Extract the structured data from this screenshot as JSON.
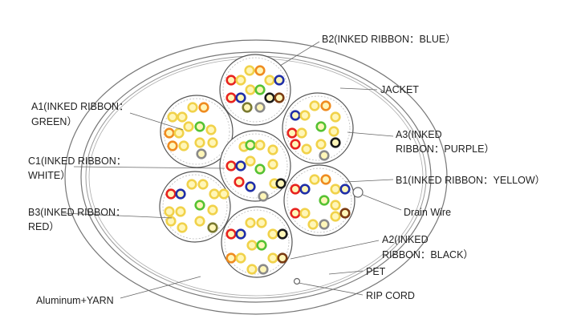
{
  "labels": {
    "b2": "B2(INKED RIBBON：BLUE）",
    "jacket": "JACKET",
    "a1_line1": "A1(INKED RIBBON：",
    "a1_line2": "GREEN）",
    "a3_line1": "A3(INKED",
    "a3_line2": "RIBBON：PURPLE）",
    "c1_line1": "C1(INKED RIBBON：",
    "c1_line2": "WHITE）",
    "b1": "B1(INKED RIBBON：YELLOW）",
    "drain_wire": "Drain Wire",
    "b3_line1": "B3(INKED RIBBON：",
    "b3_line2": "RED）",
    "a2_line1": "A2(INKED",
    "a2_line2": "RIBBON：BLACK）",
    "pet": "PET",
    "rip_cord": "RIP CORD",
    "aluminum_yarn": "Aluminum+YARN"
  },
  "colors": {
    "line": "#666666",
    "ring_red": "#e8231f",
    "ring_blue": "#1f2fa8",
    "ring_orange": "#ef8b1f",
    "ring_yellow": "#f1d24a",
    "ring_green": "#55c233",
    "ring_gray": "#8a8a8a",
    "ring_black": "#1a1a1a",
    "ring_brown": "#7a3b12",
    "ring_olive": "#7a7a30",
    "fill_cream": "#fff6b8"
  },
  "bundles": [
    {
      "name": "b2",
      "pattern": "red-blue-yellow-blue-top"
    },
    {
      "name": "a1",
      "pattern": "orange-yellow-green-gray-left"
    },
    {
      "name": "a3",
      "pattern": "red-blue-green-black-right"
    },
    {
      "name": "c1",
      "pattern": "red-blue-green-gray-center"
    },
    {
      "name": "b3",
      "pattern": "red-blue-green-gray-left"
    },
    {
      "name": "b1",
      "pattern": "red-blue-green-brown-right"
    },
    {
      "name": "a2",
      "pattern": "red-blue-green-black-bottom"
    }
  ]
}
